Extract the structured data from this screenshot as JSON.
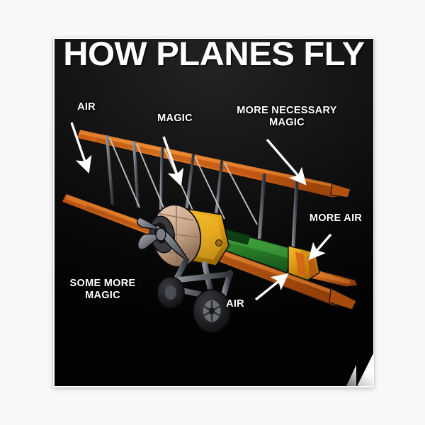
{
  "poster": {
    "title": "HOW PLANES FLY",
    "background_color": "#0a0a0a",
    "sheet_color": "#ffffff",
    "canvas_color": "#f8f8f8"
  },
  "artwork": {
    "subject": "biplane-diagram",
    "colors": {
      "wing_orange": "#e0701f",
      "wing_orange_dark": "#a8490f",
      "wing_orange_light": "#f08a34",
      "fuselage_green": "#2f8a2f",
      "fuselage_green_dark": "#1c5c1c",
      "cowl_yellow": "#e8a81c",
      "cowl_yellow_dark": "#b87d0c",
      "engine_tan": "#d8b79a",
      "engine_tan_dark": "#a88a6e",
      "strut_gray": "#6e7278",
      "strut_gray_dark": "#3c4046",
      "wheel_black": "#1d1d1f",
      "wheel_hub": "#6a6e74",
      "outline": "#101014",
      "arrow_white": "#ffffff"
    }
  },
  "annotations": [
    {
      "id": "air-top",
      "text": "AIR",
      "arrow": "down-right"
    },
    {
      "id": "magic",
      "text": "MAGIC",
      "arrow": "down-right"
    },
    {
      "id": "more-nec",
      "text": "MORE NECESSARY\nMAGIC",
      "arrow": "down-right"
    },
    {
      "id": "more-air",
      "text": "MORE AIR",
      "arrow": "down-left"
    },
    {
      "id": "some-more",
      "text": "SOME MORE\nMAGIC",
      "arrow": "none"
    },
    {
      "id": "air-bottom",
      "text": "AIR",
      "arrow": "up-right"
    }
  ]
}
